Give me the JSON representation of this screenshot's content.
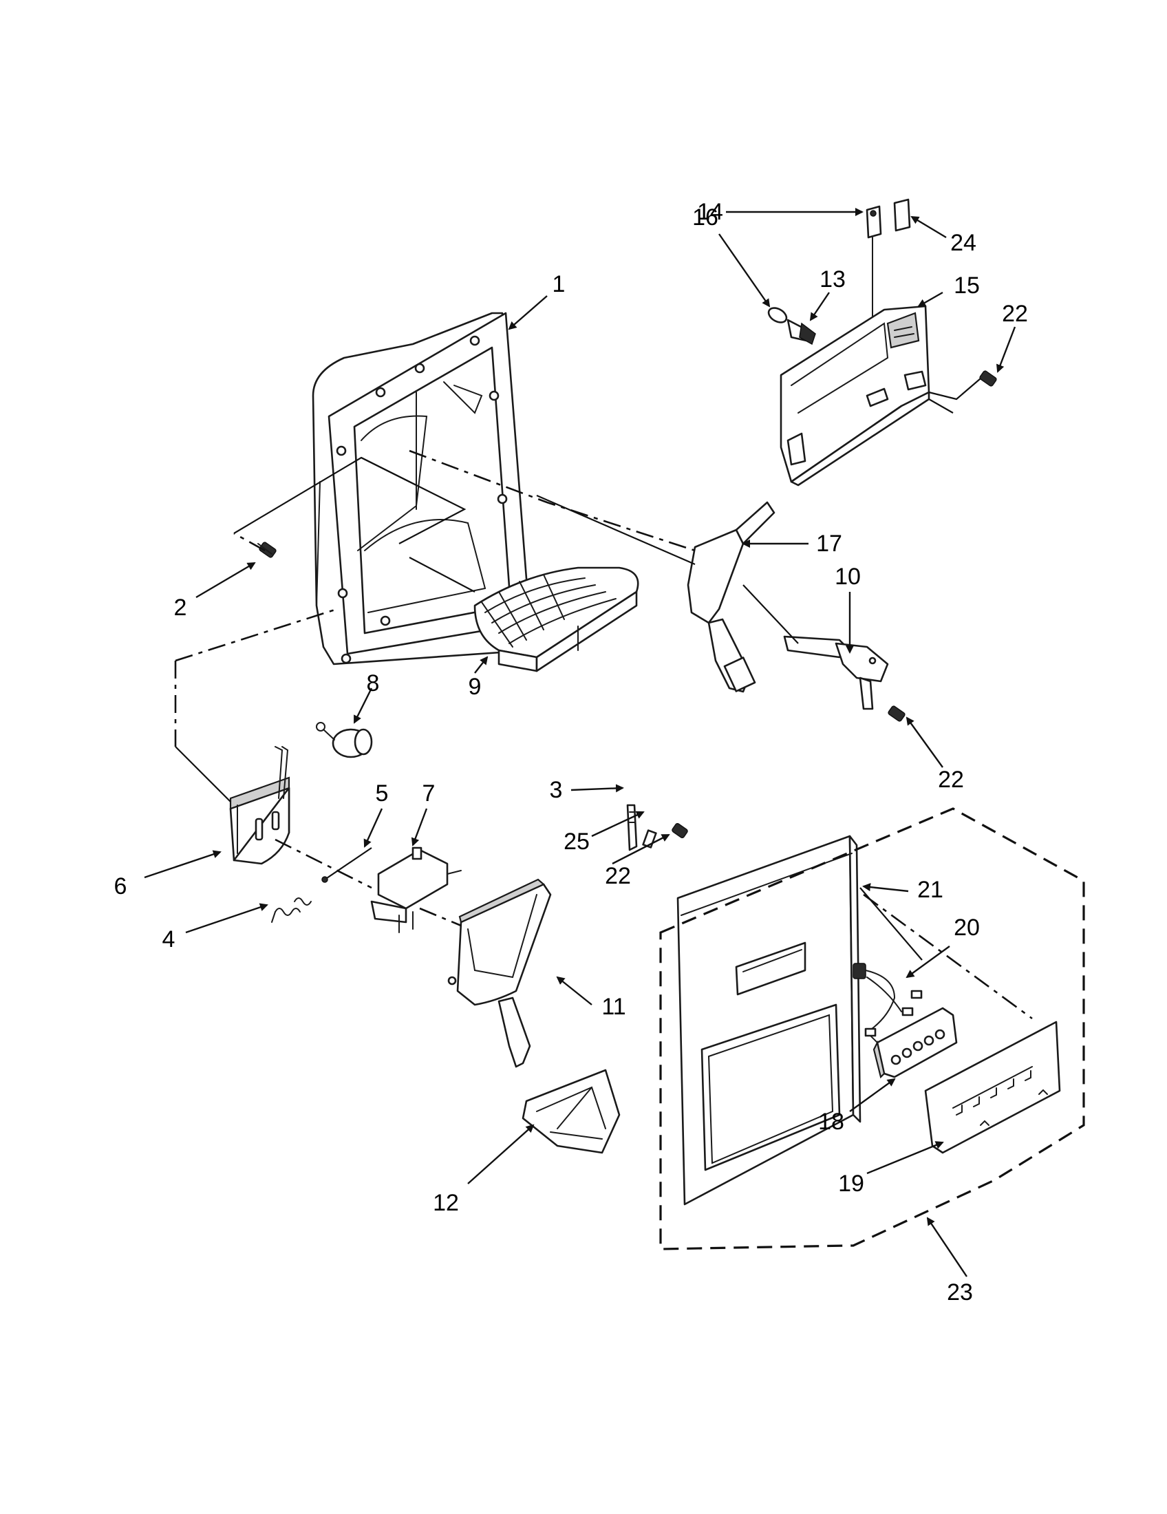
{
  "callouts": {
    "c1": "1",
    "c2": "2",
    "c3": "3",
    "c4": "4",
    "c5": "5",
    "c6": "6",
    "c7": "7",
    "c8": "8",
    "c9": "9",
    "c10": "10",
    "c11": "11",
    "c12": "12",
    "c13": "13",
    "c14": "14",
    "c15": "15",
    "c16": "16",
    "c17": "17",
    "c18": "18",
    "c19": "19",
    "c20": "20",
    "c21": "21",
    "c22a": "22",
    "c22b": "22",
    "c22c": "22",
    "c23": "23",
    "c24": "24",
    "c25": "25"
  },
  "colors": {
    "line": "#1a1a1a",
    "fill": "#ffffff",
    "shade": "#cfcfcf"
  }
}
